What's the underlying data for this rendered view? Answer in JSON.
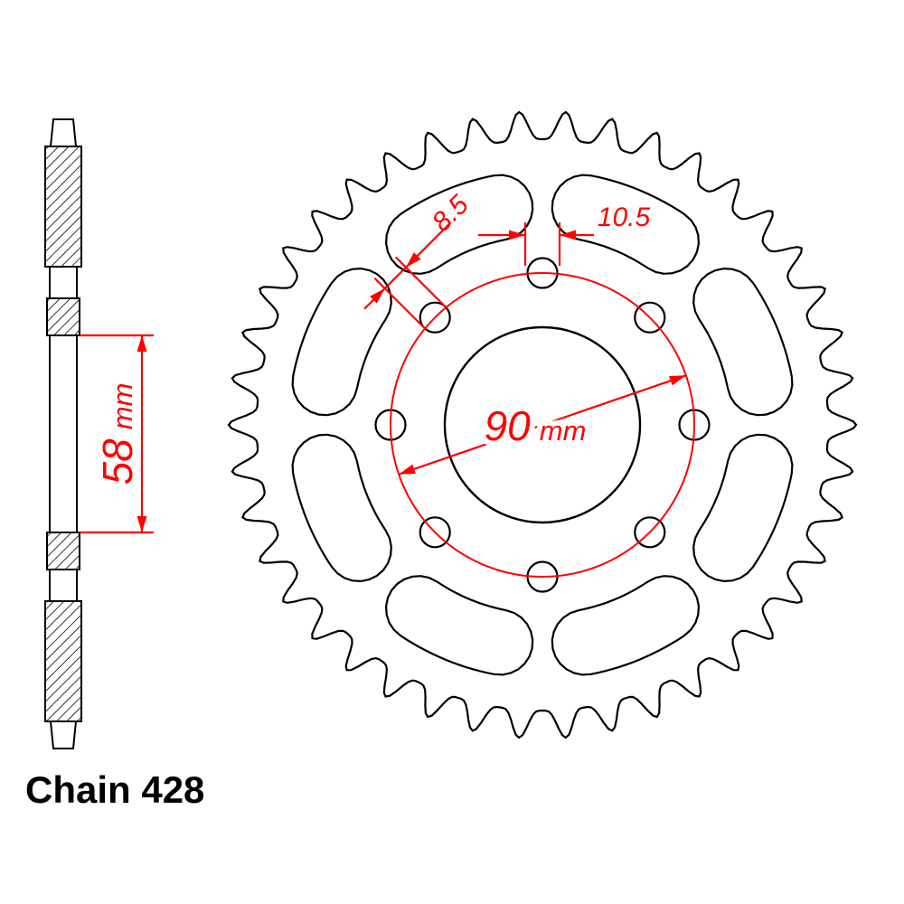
{
  "page": {
    "background": "#ffffff"
  },
  "drawing": {
    "title": "Chain 428",
    "dim_bore": {
      "value": "58",
      "unit": "mm"
    },
    "dim_bolt_circle": {
      "value": "90",
      "unit": "mm"
    },
    "dim_hole_small": "8.5",
    "dim_hole_top": "10.5",
    "colors": {
      "dimension_red": "#ff0000",
      "line_black": "#000000"
    },
    "geometry": {
      "teeth": 42,
      "bolt_holes": 8,
      "lightening_slots": 8
    }
  }
}
